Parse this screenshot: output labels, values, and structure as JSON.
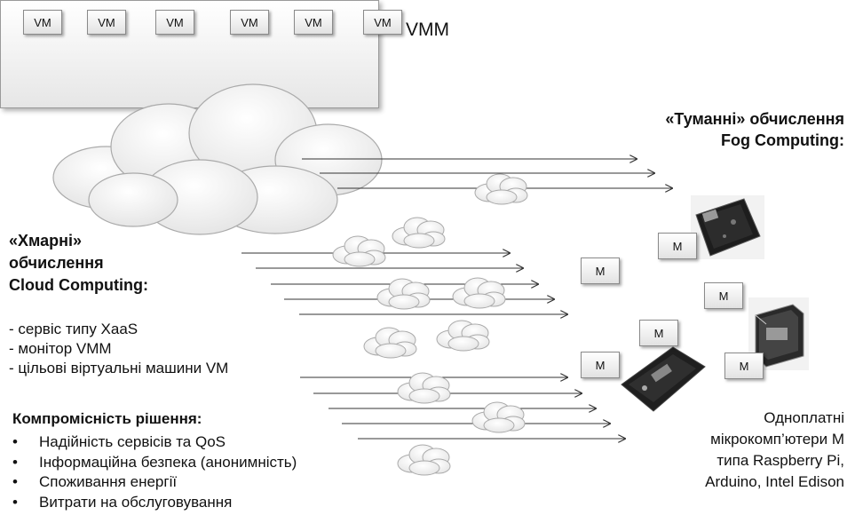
{
  "vm_labels": [
    "VM",
    "VM",
    "VM",
    "VM",
    "VM",
    "VM"
  ],
  "vmm_label": "VMM",
  "fog_title": [
    "«Туманні» обчислення",
    "Fog Computing:"
  ],
  "cloud_title": [
    "«Хмарні»",
    "обчислення",
    "Cloud Computing:"
  ],
  "features": [
    "- сервіс типу XaaS",
    "- монітор VMM",
    "- цільові віртуальні машини VM"
  ],
  "compromise_title": "Компромісність рішення:",
  "bullets": [
    "Надійність сервісів та QoS",
    "Інформаційна безпека (анонимність)",
    "Споживання енергії",
    "Витрати на обслуговування"
  ],
  "bullet_symbol": "•",
  "m_label": "M",
  "sbc_text": [
    "Одноплатні",
    "мікрокомп’ютери M",
    "типа Raspberry Pi,",
    "Arduino, Intel Edison"
  ],
  "colors": {
    "arrow": "#333333",
    "cloud_fill": "#f4f4f4",
    "cloud_stroke": "#b0b0b0",
    "box_border": "#8a8a8a"
  }
}
